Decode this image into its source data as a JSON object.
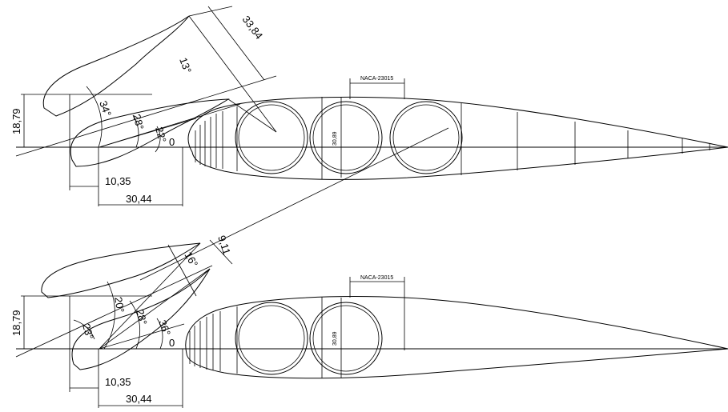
{
  "upper_drawing": {
    "naca_label": "NACA-23015",
    "dim_thickness": "18,79",
    "dim_10": "10,35",
    "dim_30": "30,44",
    "dim_slot": "33,84",
    "angle_13": "13°",
    "angle_34": "34°",
    "angle_28": "28°",
    "angle_22": "22°",
    "zero": "0",
    "spar_height": "30,89"
  },
  "lower_drawing": {
    "naca_label": "NACA-23015",
    "dim_thickness": "18,79",
    "dim_10": "10,35",
    "dim_30": "30,44",
    "dim_slot": "9,11",
    "angle_16": "16°",
    "angle_20": "20°",
    "angle_28": "28°",
    "angle_36": "36°",
    "angle_23": "23°",
    "zero": "0",
    "spar_height": "30,89"
  }
}
